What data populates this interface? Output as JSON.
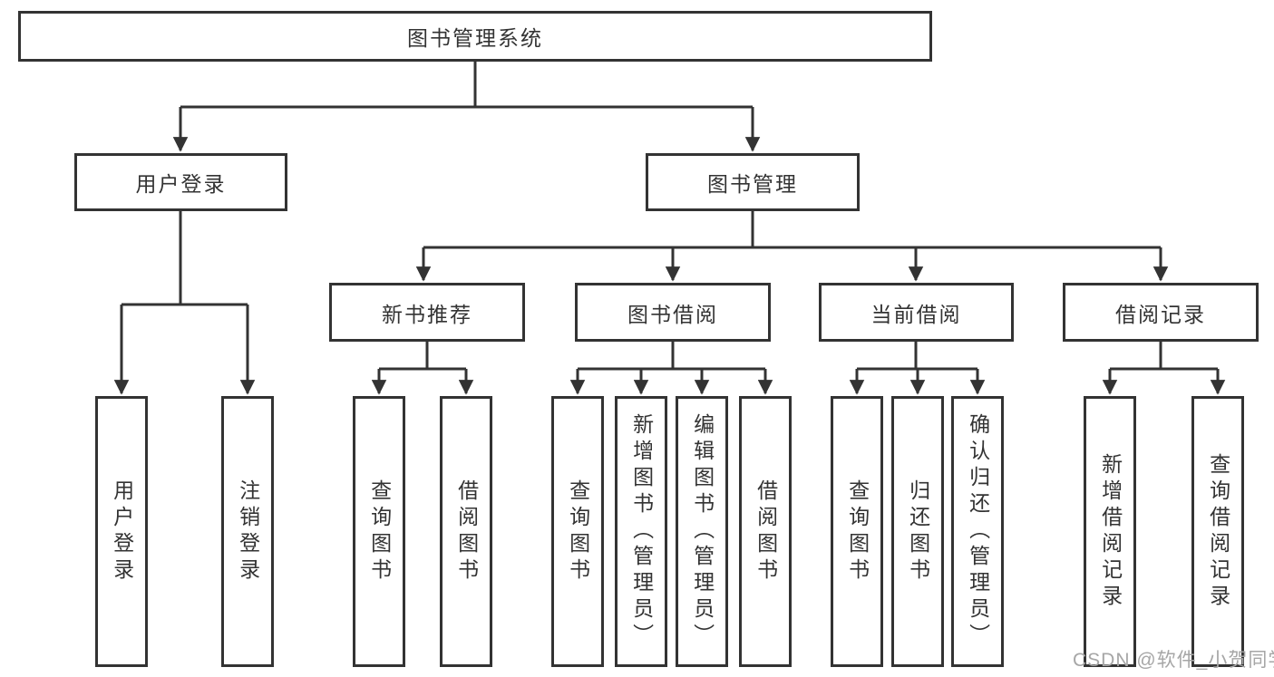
{
  "diagram": {
    "root": {
      "label": "图书管理系统"
    },
    "branches": [
      {
        "label": "用户登录",
        "leaves": [
          {
            "label": "用户登录"
          },
          {
            "label": "注销登录"
          }
        ]
      },
      {
        "label": "图书管理",
        "groups": [
          {
            "label": "新书推荐",
            "leaves": [
              {
                "label": "查询图书"
              },
              {
                "label": "借阅图书"
              }
            ]
          },
          {
            "label": "图书借阅",
            "leaves": [
              {
                "label": "查询图书"
              },
              {
                "label": "新增图书（管理员）"
              },
              {
                "label": "编辑图书（管理员）"
              },
              {
                "label": "借阅图书"
              }
            ]
          },
          {
            "label": "当前借阅",
            "leaves": [
              {
                "label": "查询图书"
              },
              {
                "label": "归还图书"
              },
              {
                "label": "确认归还（管理员）"
              }
            ]
          },
          {
            "label": "借阅记录",
            "leaves": [
              {
                "label": "新增借阅记录"
              },
              {
                "label": "查询借阅记录"
              }
            ]
          }
        ]
      }
    ]
  },
  "watermark": {
    "text": "CSDN @软件_小贺同学"
  },
  "colors": {
    "line": "#333333",
    "text": "#333333",
    "box_background": "#ffffff",
    "page_background": "#ffffff",
    "watermark": "#a6a6a6"
  }
}
